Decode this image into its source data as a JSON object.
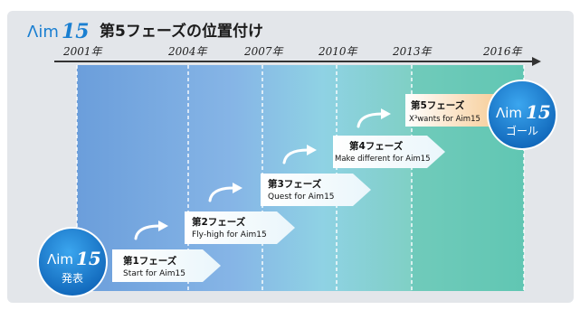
{
  "header": {
    "logo_prefix": "Λim",
    "logo_number": "15",
    "title": "第5フェーズの位置付け"
  },
  "timeline": {
    "years": [
      {
        "label": "2001年"
      },
      {
        "label": "2004年"
      },
      {
        "label": "2007年"
      },
      {
        "label": "2010年"
      },
      {
        "label": "2013年"
      },
      {
        "label": "2016年"
      }
    ]
  },
  "phases": [
    {
      "title": "第1フェーズ",
      "subtitle": "Start for Aim15"
    },
    {
      "title": "第2フェーズ",
      "subtitle": "Fly-high for Aim15"
    },
    {
      "title": "第3フェーズ",
      "subtitle": "Quest for Aim15"
    },
    {
      "title": "第4フェーズ",
      "subtitle": "Make different for Aim15"
    },
    {
      "title": "第5フェーズ",
      "subtitle": "X³wants for Aim15"
    }
  ],
  "badges": {
    "start": {
      "logo_prefix": "Λim",
      "logo_number": "15",
      "label": "発表"
    },
    "goal": {
      "logo_prefix": "Λim",
      "logo_number": "15",
      "label": "ゴール"
    }
  },
  "colors": {
    "panel_bg": "#e3e6ea",
    "band1": "#6e9fdc",
    "band2": "#8bb6e6",
    "band3": "#8fd0e2",
    "band4": "#84cfc0",
    "band5": "#6ecbb5",
    "band6": "#5fc6b2",
    "highlight": "#f6c98e",
    "badge_blue": "#1877c9",
    "logo_blue": "#1a7fd1",
    "arrow_text": "#111111"
  }
}
